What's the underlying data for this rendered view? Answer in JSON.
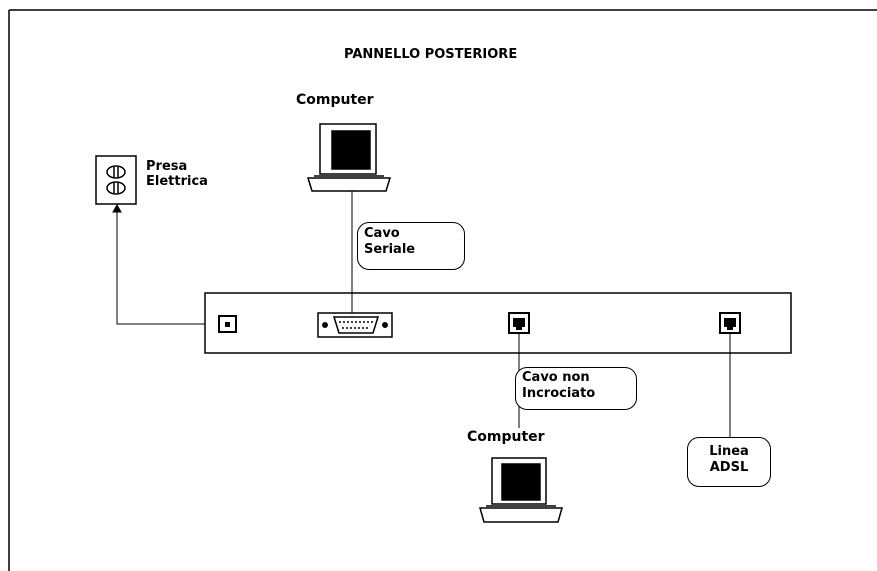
{
  "title": "PANNELLO POSTERIORE",
  "computer_top": {
    "label": "Computer"
  },
  "computer_bottom": {
    "label": "Computer"
  },
  "outlet": {
    "line1": "Presa",
    "line2": "Elettrica"
  },
  "cable_serial": {
    "line1": "Cavo",
    "line2": "Seriale"
  },
  "cable_straight": {
    "line1": "Cavo non",
    "line2": "Incrociato"
  },
  "adsl_line": {
    "line1": "Linea",
    "line2": "ADSL"
  }
}
